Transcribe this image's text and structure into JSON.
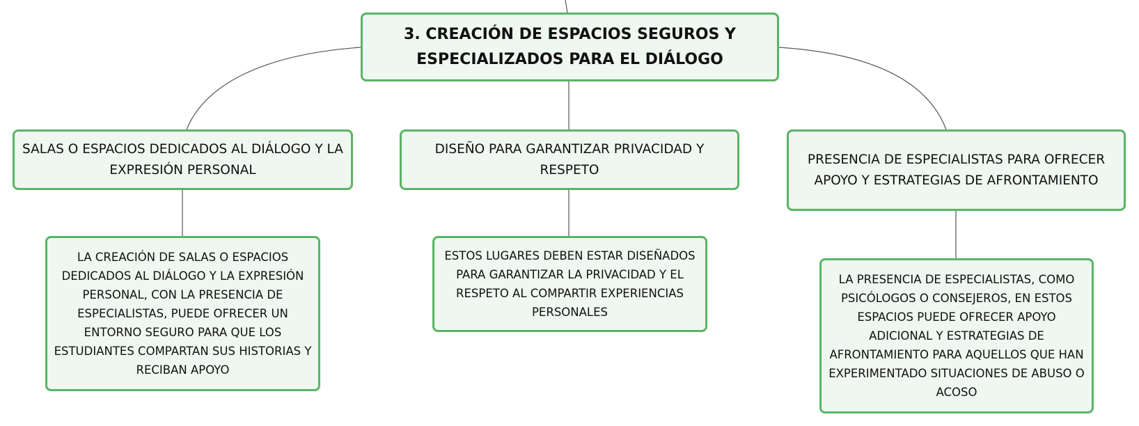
{
  "diagram": {
    "root": {
      "title": "3. CREACIÓN DE ESPACIOS SEGUROS Y ESPECIALIZADOS PARA EL DIÁLOGO"
    },
    "branches": [
      {
        "label": "SALAS O ESPACIOS DEDICADOS AL DIÁLOGO Y LA EXPRESIÓN PERSONAL",
        "detail": "LA CREACIÓN DE SALAS O ESPACIOS DEDICADOS AL DIÁLOGO Y LA EXPRESIÓN PERSONAL, CON LA PRESENCIA DE ESPECIALISTAS, PUEDE OFRECER UN ENTORNO SEGURO PARA QUE LOS ESTUDIANTES COMPARTAN SUS HISTORIAS Y RECIBAN APOYO"
      },
      {
        "label": "DISEÑO PARA GARANTIZAR PRIVACIDAD Y RESPETO",
        "detail": "ESTOS LUGARES DEBEN ESTAR DISEÑADOS PARA GARANTIZAR LA PRIVACIDAD Y EL RESPETO AL COMPARTIR EXPERIENCIAS PERSONALES"
      },
      {
        "label": "PRESENCIA DE ESPECIALISTAS PARA OFRECER APOYO Y ESTRATEGIAS DE AFRONTAMIENTO",
        "detail": "LA PRESENCIA DE ESPECIALISTAS, COMO PSICÓLOGOS O CONSEJEROS, EN ESTOS ESPACIOS PUEDE OFRECER APOYO ADICIONAL Y ESTRATEGIAS DE AFRONTAMIENTO PARA AQUELLOS QUE HAN EXPERIMENTADO SITUACIONES DE ABUSO O ACOSO"
      }
    ],
    "colors": {
      "node_fill": "#eef7f0",
      "node_border": "#5ab466",
      "connector": "#555555",
      "text": "#111111"
    }
  }
}
